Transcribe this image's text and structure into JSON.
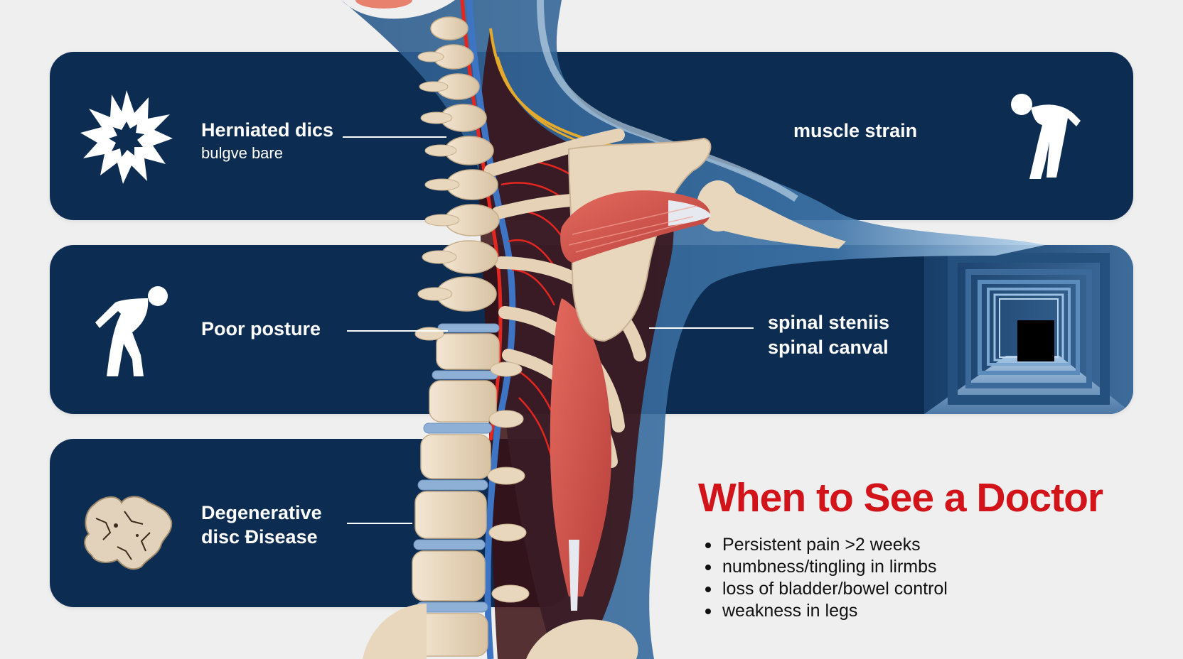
{
  "colors": {
    "page_background": "#efefef",
    "panel_background": "#0d2c52",
    "panel_text": "#ffffff",
    "doctor_title": "#d3131a",
    "body_text": "#111111",
    "bone": "#e8d6bd",
    "disc": "#8fb0d6",
    "muscle": "#d9544f",
    "artery": "#e3261f",
    "vein": "#3d74c4",
    "nerve": "#e5a92c",
    "body_silhouette": "#7aa6cf"
  },
  "panels": [
    {
      "id": "herniated",
      "icon": "starburst-icon",
      "title": "Herniated dics",
      "subtitle": "bulgve bare"
    },
    {
      "id": "muscle",
      "icon": "bending-person-icon",
      "title": "muscle strain"
    },
    {
      "id": "posture",
      "icon": "hunched-person-icon",
      "title": "Poor posture"
    },
    {
      "id": "stenosis",
      "icon": "tunnel-icon",
      "title": "spinal steniis",
      "subtitle": "spinal canval"
    },
    {
      "id": "degenerative",
      "icon": "cracked-bone-icon",
      "title_line1": "Degenerative",
      "title_line2": "disc Đisease"
    }
  ],
  "doctor": {
    "title": "When to See a Doctor",
    "items": [
      "Persistent pain >2 weeks",
      "numbness/tingling in lirmbs",
      "loss of bladder/bowel control",
      "weakness in legs"
    ]
  }
}
